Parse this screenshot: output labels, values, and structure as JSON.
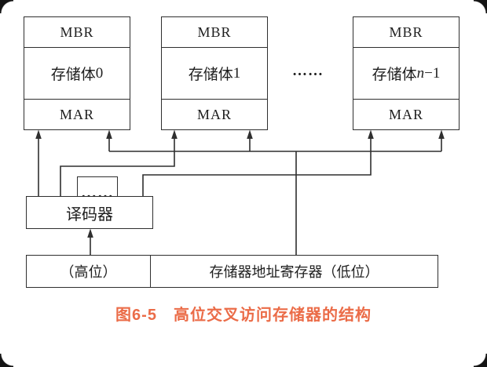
{
  "diagram": {
    "banks": [
      {
        "mbr": "MBR",
        "body_prefix": "存储体",
        "body_var": "",
        "body_suffix": "0",
        "mar": "MAR"
      },
      {
        "mbr": "MBR",
        "body_prefix": "存储体",
        "body_var": "",
        "body_suffix": "1",
        "mar": "MAR"
      },
      {
        "mbr": "MBR",
        "body_prefix": "存储体",
        "body_var": "n",
        "body_suffix": "−1",
        "mar": "MAR"
      }
    ],
    "banks_ellipsis": "……",
    "decoder": {
      "label": "译码器",
      "inputs_ellipsis": "……"
    },
    "address_register": {
      "high": "（高位）",
      "low": "存储器地址寄存器（低位）"
    },
    "caption": "图6-5　高位交叉访问存储器的结构",
    "colors": {
      "line": "#2f2f2f",
      "caption": "#EB6C48"
    }
  }
}
